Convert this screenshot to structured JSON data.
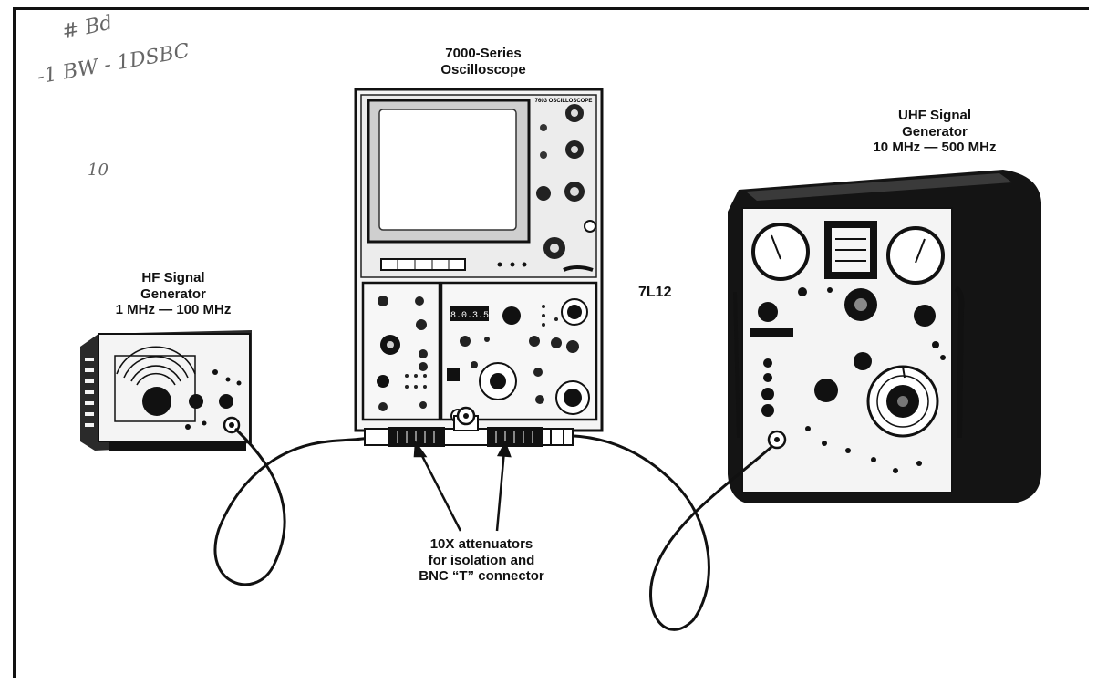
{
  "handwriting": {
    "line1": "# Bd",
    "line2": "-1 BW - 1DSBC",
    "line3": "10"
  },
  "labels": {
    "oscilloscope": {
      "line1": "7000-Series",
      "line2": "Oscilloscope"
    },
    "uhf": {
      "line1": "UHF Signal",
      "line2": "Generator",
      "line3": "10 MHz — 500 MHz"
    },
    "hf": {
      "line1": "HF Signal",
      "line2": "Generator",
      "line3": "1 MHz — 100 MHz"
    },
    "plugin": "7L12",
    "attenuators": {
      "line1": "10X attenuators",
      "line2": "for isolation and",
      "line3": "BNC “T” connector"
    }
  },
  "panel_text": {
    "scope_brand": "7603 OSCILLOSCOPE",
    "readout": "8.0.3.5"
  }
}
